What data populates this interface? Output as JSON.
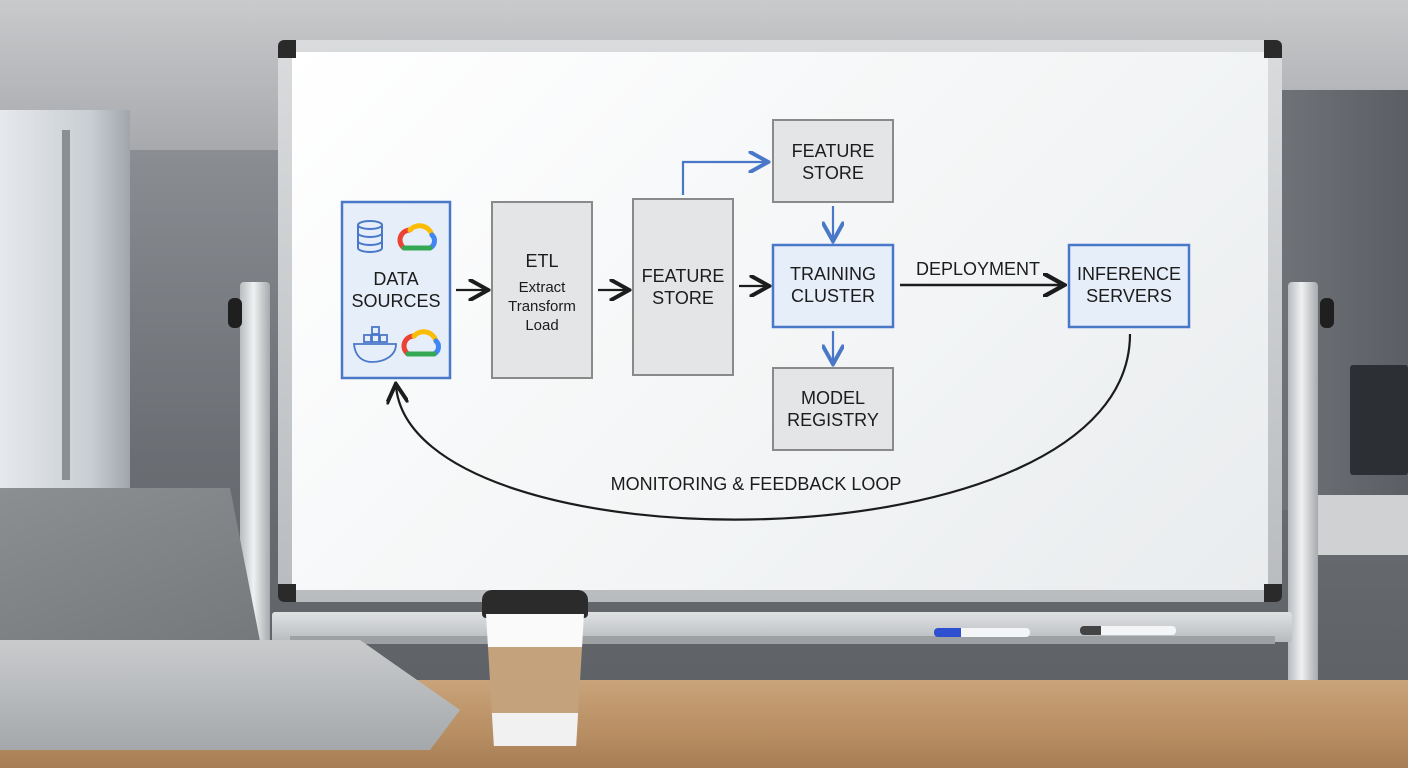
{
  "whiteboard": {
    "nodes": {
      "data_sources": "DATA\nSOURCES",
      "etl_title": "ETL",
      "etl_sub": "Extract\nTransform\nLoad",
      "feature_store_main": "FEATURE\nSTORE",
      "feature_store_top": "FEATURE\nSTORE",
      "training_cluster": "TRAINING\nCLUSTER",
      "model_registry": "MODEL\nREGISTRY",
      "inference_servers": "INFERENCE\nSERVERS"
    },
    "edges": {
      "deployment": "DEPLOYMENT",
      "feedback": "MONITORING & FEEDBACK LOOP"
    },
    "icons": [
      "database-icon",
      "cloud-icon",
      "docker-whale-icon",
      "cloud-icon"
    ]
  },
  "colors": {
    "accent_blue": "#4a78c8",
    "box_fill_blue": "#e6eefa",
    "box_fill_gray": "#e4e5e6",
    "ink": "#1c1c1c"
  }
}
